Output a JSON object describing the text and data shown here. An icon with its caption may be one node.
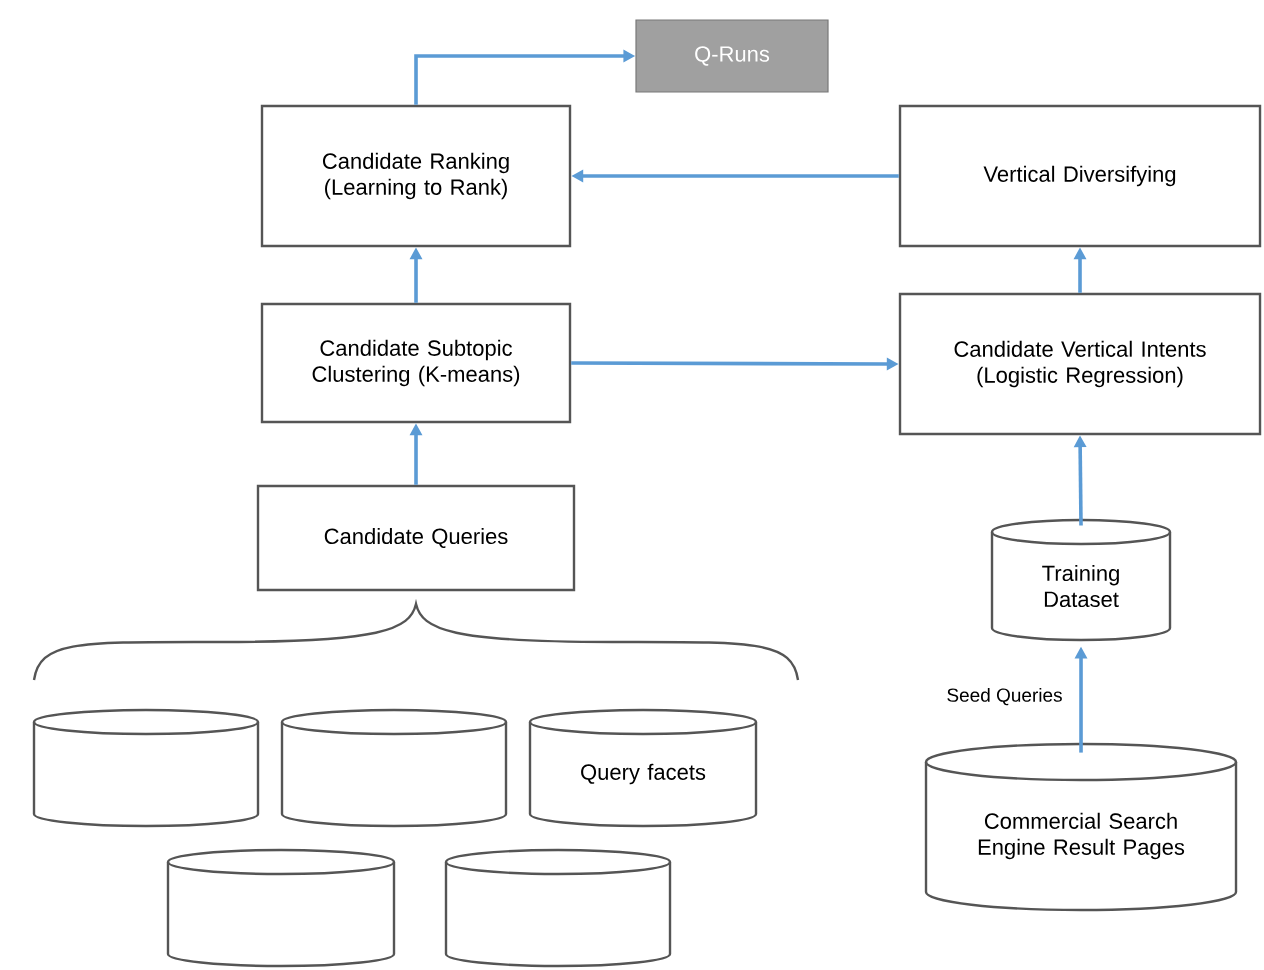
{
  "diagram": {
    "nodes": [
      {
        "text": [
          "Q-Runs"
        ]
      },
      {
        "text": [
          "Candidate Ranking (Learning to Rank)"
        ]
      },
      {
        "text": [
          "Vertical Diversifying"
        ]
      },
      {
        "text": [
          "Candidate Subtopic Clustering (K-means)"
        ]
      },
      {
        "text": [
          "Candidate Vertical Intents (Logistic Regression)"
        ]
      },
      {
        "text": [
          "Candidate Queries"
        ]
      },
      {
        "text": [
          "Training Dataset"
        ]
      },
      {
        "text": [],
        "shape": "cylinder"
      },
      {
        "text": [],
        "shape": "cylinder"
      },
      {
        "text": [
          "Query facets"
        ]
      },
      {
        "text": [],
        "shape": "cylinder"
      },
      {
        "text": [],
        "shape": "cylinder"
      },
      {
        "text": [
          "Commercial Search Engine Result Pages"
        ]
      }
    ],
    "edges": [
      {
        "from": 1,
        "to": 0,
        "arrow": "to"
      },
      {
        "from": 2,
        "to": 1,
        "arrow": "to"
      },
      {
        "from": 3,
        "to": 1,
        "arrow": "to"
      },
      {
        "from": 5,
        "to": 3,
        "arrow": "to"
      },
      {
        "from": 3,
        "to": 4,
        "arrow": "to"
      },
      {
        "from": 4,
        "to": 2,
        "arrow": "to"
      },
      {
        "from": 6,
        "to": 4,
        "arrow": "to"
      },
      {
        "from": 12,
        "to": 6,
        "arrow": "to",
        "label": "Seed Queries"
      }
    ]
  }
}
